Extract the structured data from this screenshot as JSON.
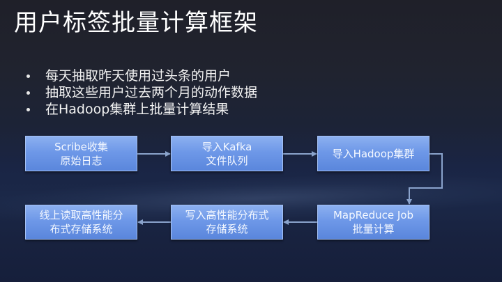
{
  "slide": {
    "title": "用户标签批量计算框架",
    "bullets": [
      "每天抽取昨天使用过头条的用户",
      "抽取这些用户过去两个月的动作数据",
      "在Hadoop集群上批量计算结果"
    ]
  },
  "flow": {
    "nodes": [
      {
        "id": "scribe",
        "lines": [
          "Scribe收集",
          "原始日志"
        ]
      },
      {
        "id": "kafka",
        "lines": [
          "导入Kafka",
          "文件队列"
        ]
      },
      {
        "id": "hadoop",
        "lines": [
          "导入Hadoop集群"
        ]
      },
      {
        "id": "mapreduce",
        "lines": [
          "MapReduce Job",
          "批量计算"
        ]
      },
      {
        "id": "write-storage",
        "lines": [
          "写入高性能分布式",
          "存储系统"
        ]
      },
      {
        "id": "read-storage",
        "lines": [
          "线上读取高性能分",
          "布式存储系统"
        ]
      }
    ],
    "edges": [
      {
        "from": "scribe",
        "to": "kafka"
      },
      {
        "from": "kafka",
        "to": "hadoop"
      },
      {
        "from": "hadoop",
        "to": "mapreduce"
      },
      {
        "from": "mapreduce",
        "to": "write-storage"
      },
      {
        "from": "write-storage",
        "to": "read-storage"
      }
    ]
  },
  "colors": {
    "box_top": "#8cb0f0",
    "box_bottom": "#5a86dc",
    "connector": "#8aa3cc",
    "background_top": "#1f2029",
    "background_bottom": "#161f3b"
  }
}
